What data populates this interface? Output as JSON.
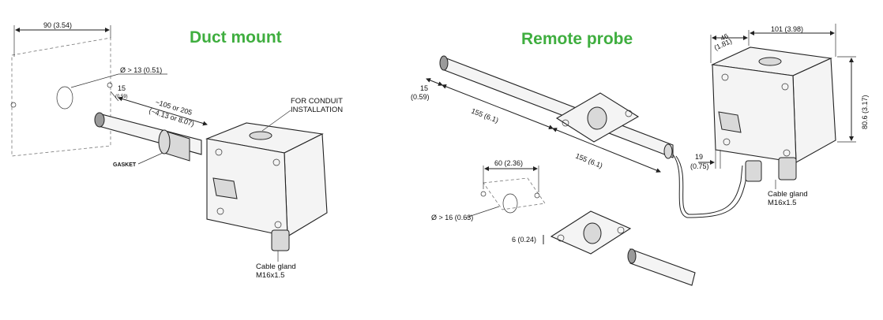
{
  "colors": {
    "title": "#3fae3f",
    "line": "#222222"
  },
  "titles": {
    "duct": "Duct mount",
    "remote": "Remote probe"
  },
  "duct": {
    "dim_depth": "90 (3.54)",
    "dim_hole": "Ø > 13 (0.51)",
    "dim_15a": "15",
    "dim_15b": "(0.59)",
    "dim_len1": "~105 or 205",
    "dim_len2": "(~4.13 or 8.07)",
    "conduit1": "FOR CONDUIT",
    "conduit2": "INSTALLATION",
    "gasket": "GASKET",
    "gland1": "Cable gland",
    "gland2": "M16x1.5"
  },
  "remote": {
    "dim_15a": "15",
    "dim_15b": "(0.59)",
    "dim_155a": "155 (6.1)",
    "dim_155b": "155 (6.1)",
    "dim_60": "60 (2.36)",
    "dim_hole": "Ø > 16 (0.63)",
    "dim_6": "6 (0.24)",
    "dim_46a": "46",
    "dim_46b": "(1.81)",
    "dim_101": "101 (3.98)",
    "dim_806": "80.6 (3.17)",
    "dim_19a": "19",
    "dim_19b": "(0.75)",
    "gland1": "Cable gland",
    "gland2": "M16x1.5"
  }
}
